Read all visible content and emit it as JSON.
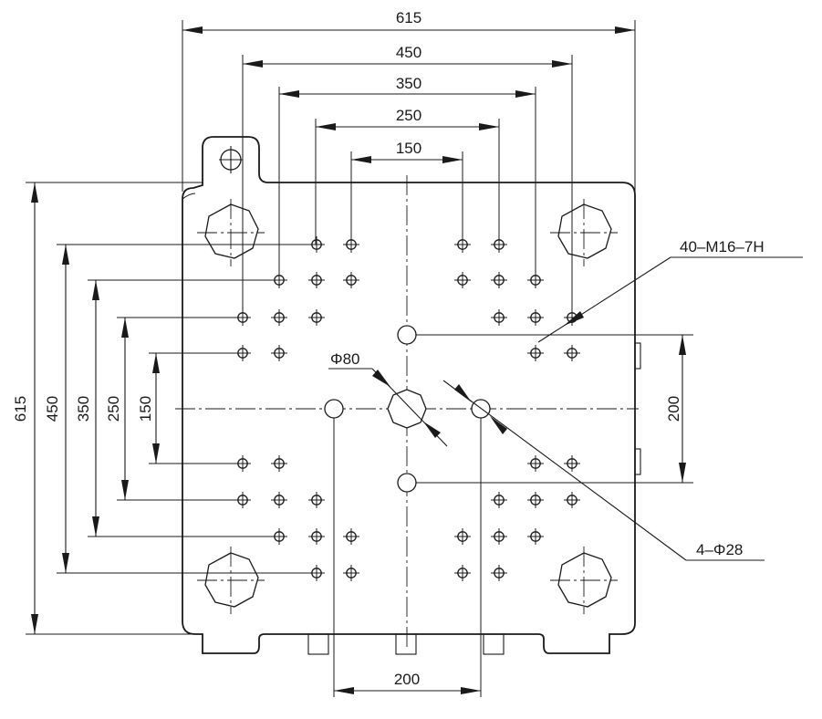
{
  "dimensions": {
    "top_615": "615",
    "top_450": "450",
    "top_350": "350",
    "top_250": "250",
    "top_150": "150",
    "left_615": "615",
    "left_450": "450",
    "left_350": "350",
    "left_250": "250",
    "left_150": "150",
    "right_200": "200",
    "bottom_200": "200"
  },
  "callouts": {
    "thread_holes": "40–M16–7H",
    "center_hole": "Φ80",
    "ejector_holes": "4–Φ28"
  }
}
